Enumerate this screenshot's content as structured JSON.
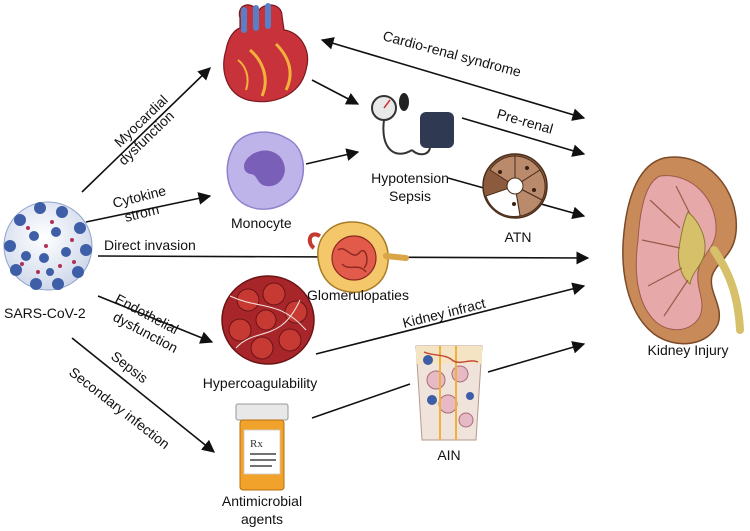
{
  "nodes": {
    "virus": "SARS-CoV-2",
    "monocyte": "Monocyte",
    "hypotension": "Hypotension",
    "sepsis_node": "Sepsis",
    "atn": "ATN",
    "glomerulopathies": "Glomerulopaties",
    "hypercoagulability": "Hypercoagulability",
    "antimicrobial_line1": "Antimicrobial",
    "antimicrobial_line2": "agents",
    "ain": "AIN",
    "kidney_injury": "Kidney Injury"
  },
  "edges": {
    "myocardial_1": "Myocardial",
    "myocardial_2": "dysfunction",
    "cytokine_1": "Cytokine",
    "cytokine_2": "strom",
    "direct_invasion": "Direct invasion",
    "endothelial_1": "Endothelial",
    "endothelial_2": "dysfunction",
    "sepsis_1": "Sepsis",
    "sepsis_2": "Secondary infection",
    "cardio_renal": "Cardio-renal syndrome",
    "pre_renal": "Pre-renal",
    "kidney_infract": "Kidney infract"
  },
  "icons": {
    "bottle_label": "Rx"
  },
  "colors": {
    "arrow": "#111111",
    "heart_red": "#c8323a",
    "monocyte_purple": "#9b8fd6",
    "kidney_tan": "#c98a5a",
    "virus_blue": "#3e5fa8",
    "clot_red": "#a8262a",
    "bottle_orange": "#f0a22a"
  }
}
